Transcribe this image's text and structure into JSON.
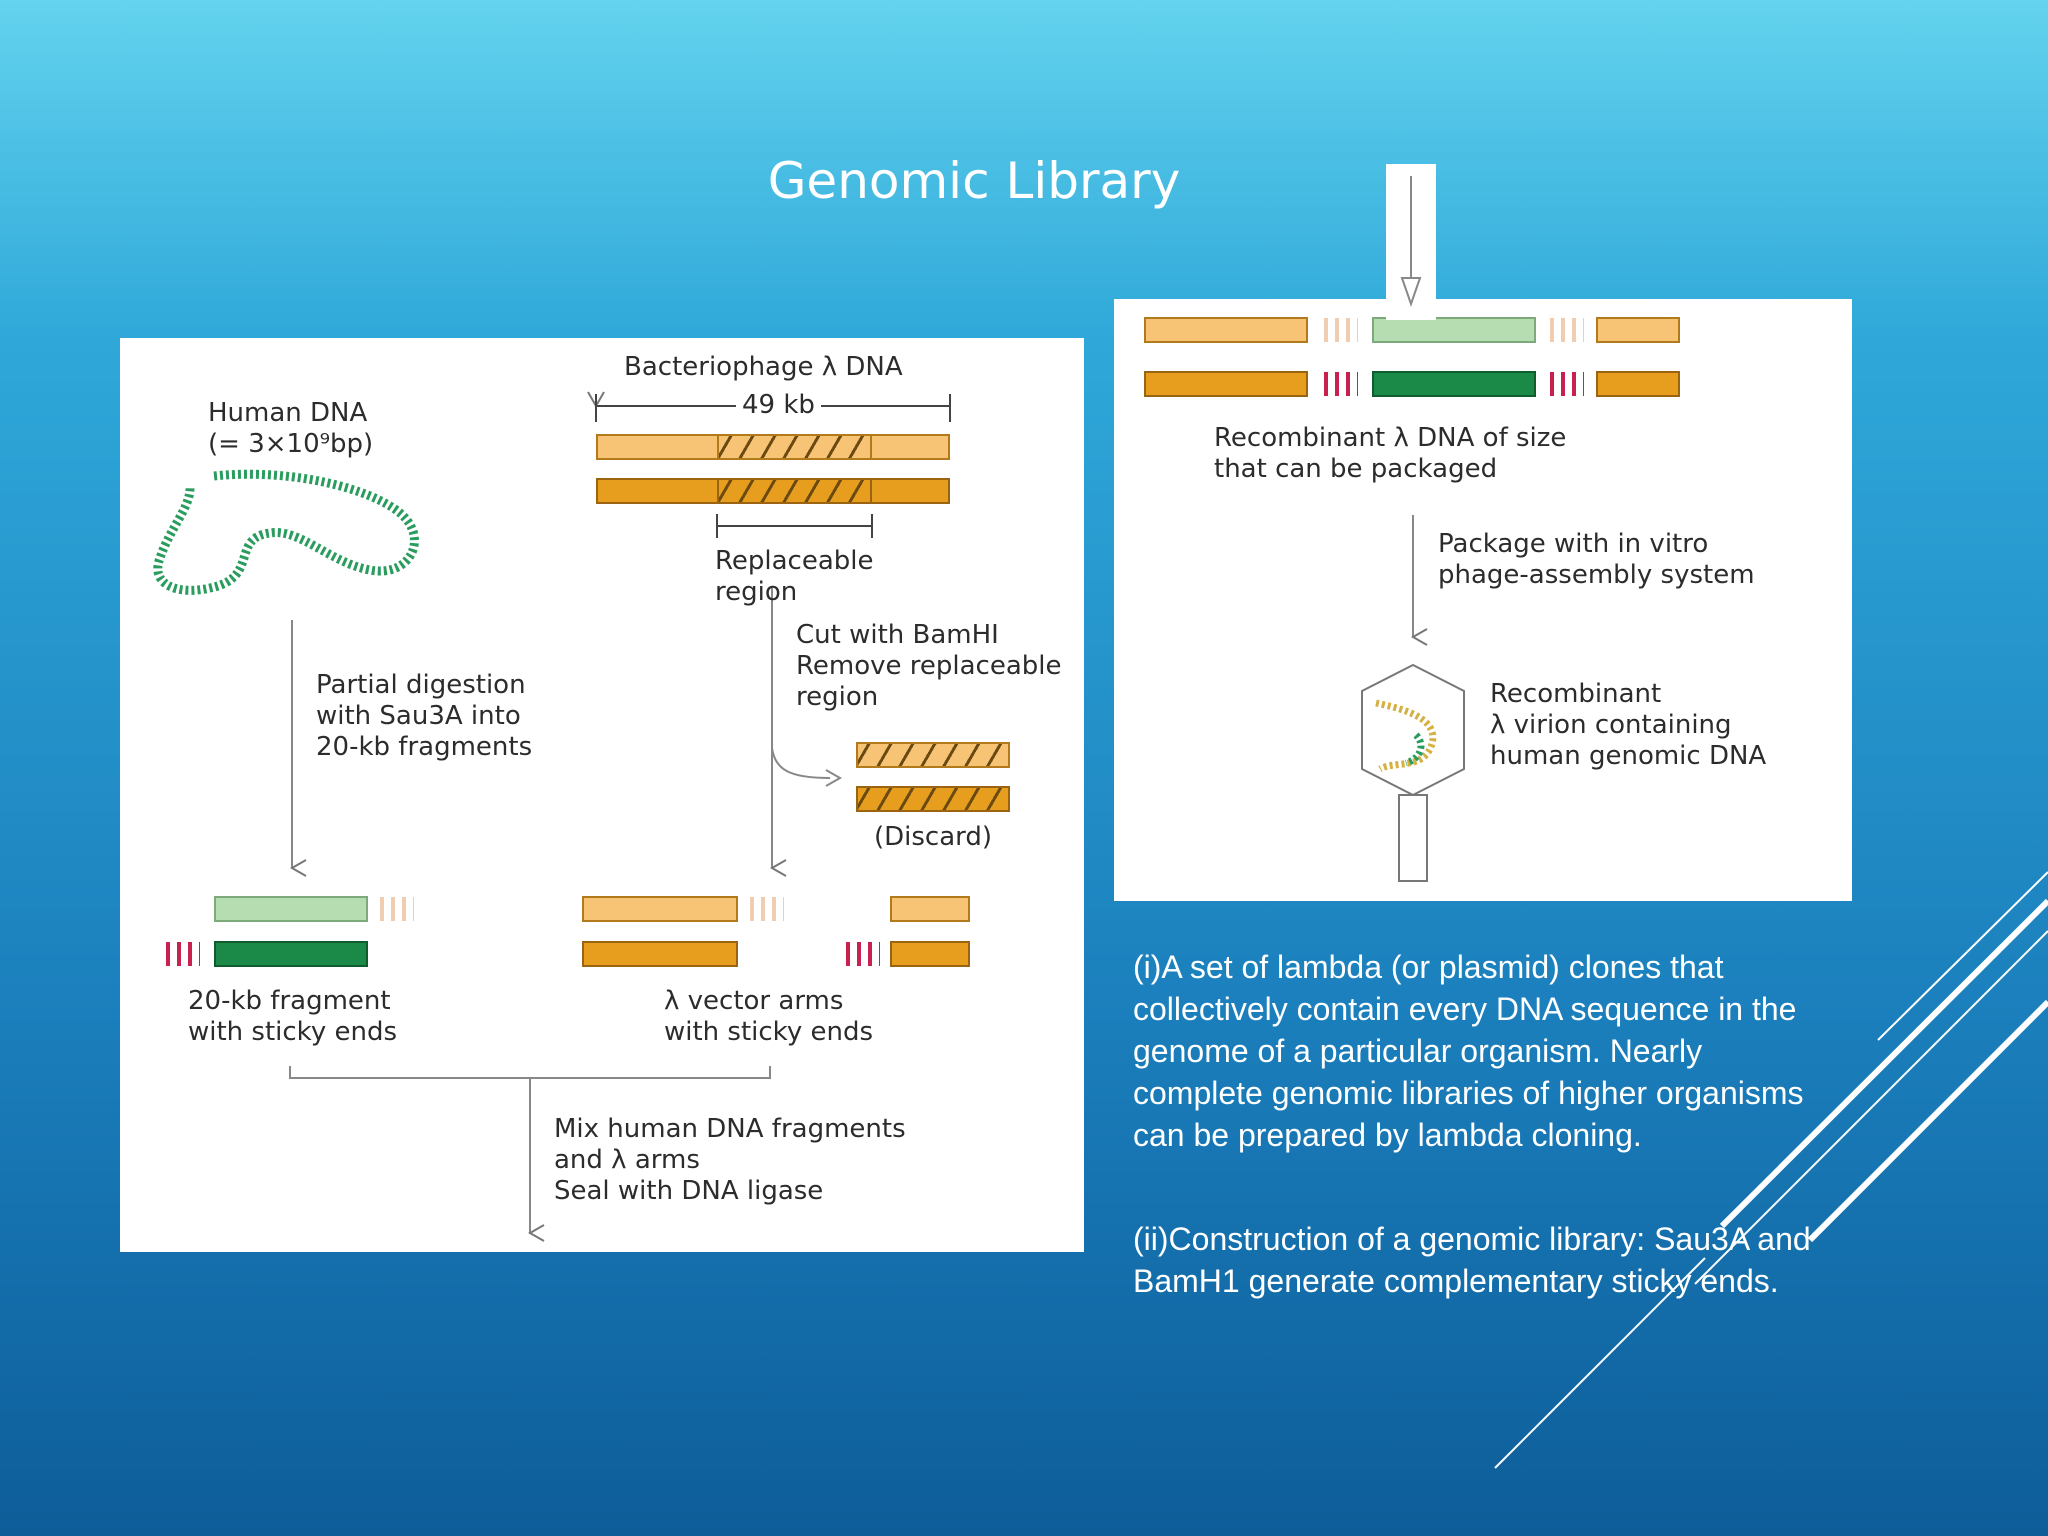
{
  "title": "Genomic Library",
  "left_diagram": {
    "human_dna": "Human DNA\n(= 3×10⁹bp)",
    "phage_dna": "Bacteriophage λ DNA",
    "length": "49 kb",
    "replaceable": "Replaceable\nregion",
    "partial_digestion": "Partial digestion\nwith Sau3A into\n20-kb fragments",
    "cut_bamhi": "Cut with BamHI\nRemove replaceable\nregion",
    "discard": "(Discard)",
    "fragment": "20-kb fragment\nwith sticky ends",
    "vector_arms": "λ vector arms\nwith sticky ends",
    "mix": "Mix human DNA fragments\nand λ arms\nSeal with DNA ligase"
  },
  "right_diagram": {
    "recombinant_dna": "Recombinant λ DNA of size\nthat can be packaged",
    "package": "Package with in vitro\nphage-assembly system",
    "virion": "Recombinant\nλ virion containing\nhuman genomic DNA"
  },
  "notes": {
    "note1": "(i)A set of lambda (or plasmid) clones that collectively contain every DNA sequence in the genome of a particular organism. Nearly complete genomic libraries of higher organisms can be prepared by lambda cloning.",
    "note2": "(ii)Construction of a genomic library: Sau3A and BamH1 generate complementary sticky ends."
  },
  "colors": {
    "bg_top": "#63d3ee",
    "bg_bottom": "#0d5d99",
    "lambda_light": "#f7c375",
    "lambda_dark": "#e79e1f",
    "human_light": "#b6dcb2",
    "human_dark": "#1b8a48",
    "sticky_end": "#c8204f"
  }
}
